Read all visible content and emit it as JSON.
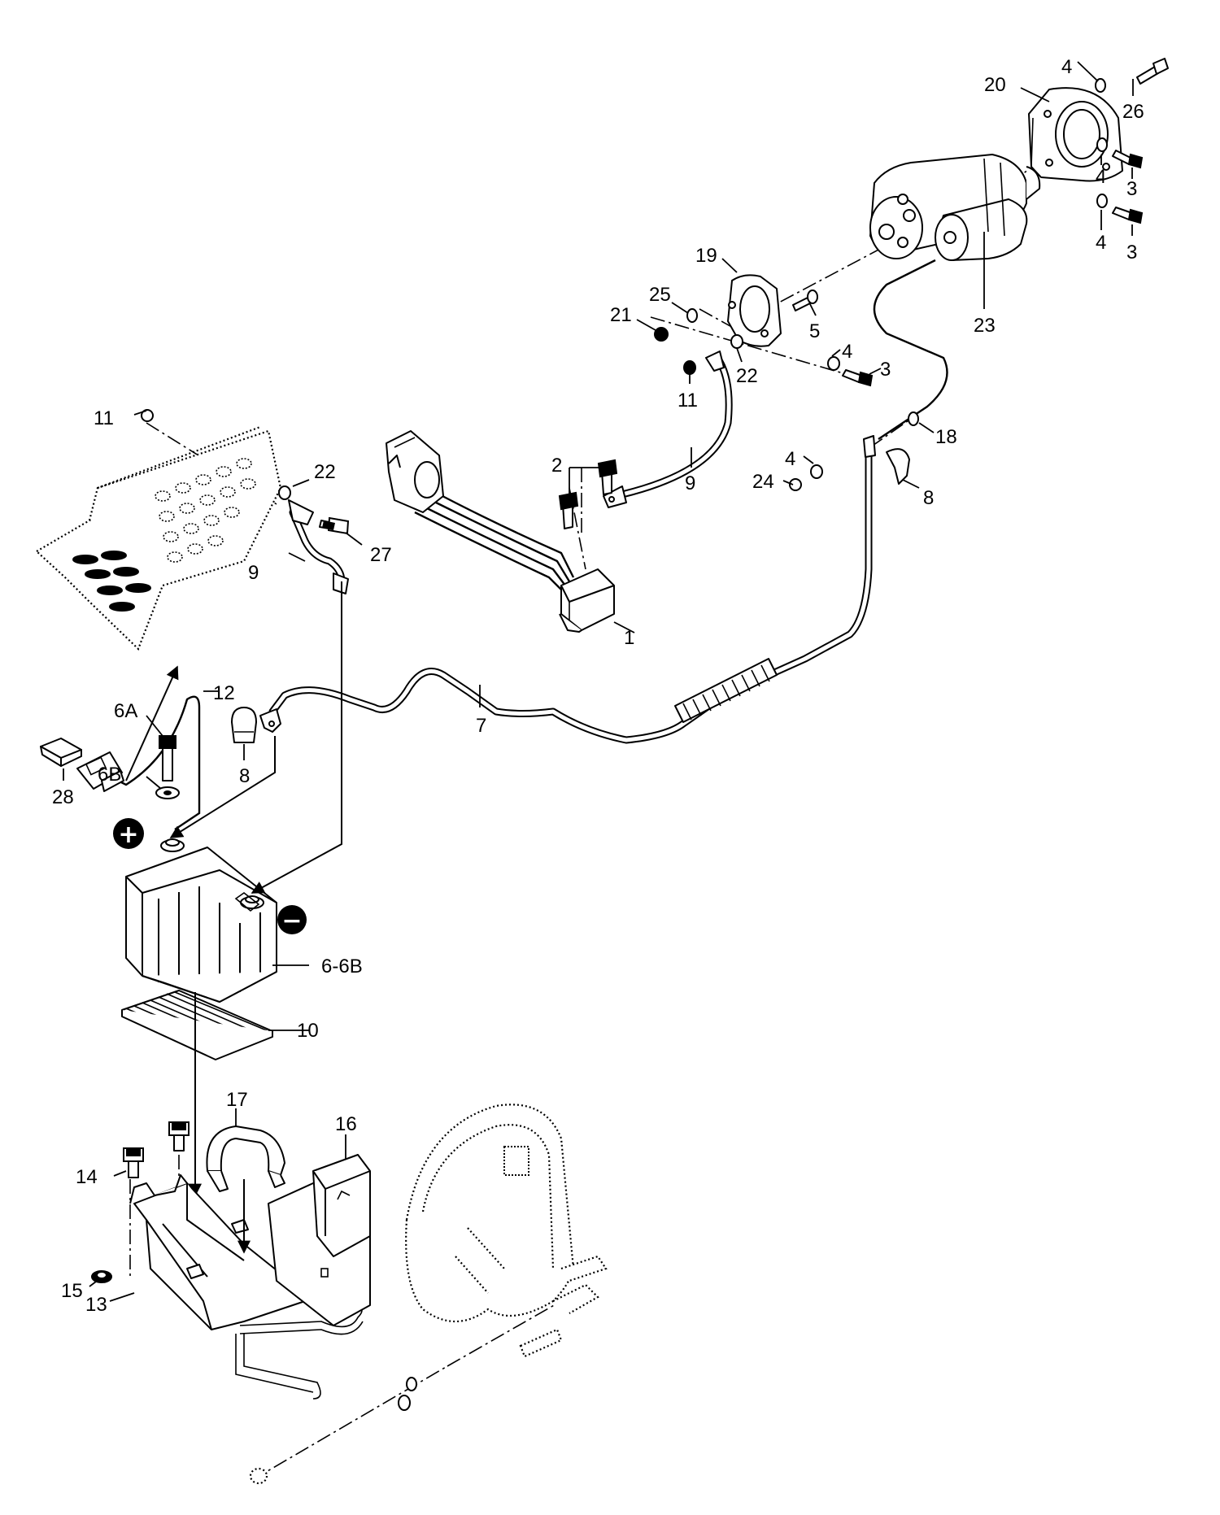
{
  "labels": {
    "p1": "1",
    "p2": "2",
    "p3a": "3",
    "p3b": "3",
    "p3c": "3",
    "p4a": "4",
    "p4b": "4",
    "p4c": "4",
    "p4d": "4",
    "p4e": "4",
    "p5": "5",
    "p6": "6-6B",
    "p6a": "6A",
    "p6b": "6B",
    "p7": "7",
    "p8a": "8",
    "p8b": "8",
    "p9a": "9",
    "p9b": "9",
    "p10": "10",
    "p11a": "11",
    "p11b": "11",
    "p12": "12",
    "p13": "13",
    "p14": "14",
    "p15": "15",
    "p16": "16",
    "p17": "17",
    "p18": "18",
    "p19": "19",
    "p20": "20",
    "p21": "21",
    "p22a": "22",
    "p22b": "22",
    "p23": "23",
    "p24": "24",
    "p25": "25",
    "p26": "26",
    "p27": "27",
    "p28": "28"
  },
  "symbols": {
    "positive": "+",
    "negative": "−"
  },
  "icons": {
    "positive": "plus-circle-icon",
    "negative": "minus-circle-icon"
  }
}
